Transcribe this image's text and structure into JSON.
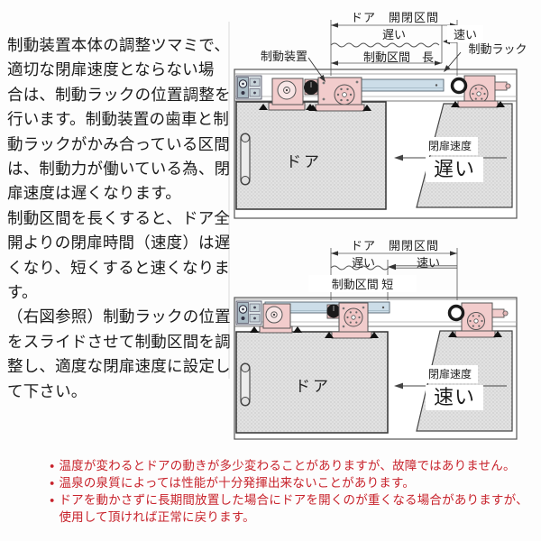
{
  "left_text": {
    "lines": [
      "制動装置本体の調整ツマミで、",
      "適切な閉扉速度とならない場",
      "合は、制動ラックの位置調整を",
      "行います。制動装置の歯車と制",
      "動ラックがかみ合っている区間",
      "は、制動力が働いている為、閉",
      "扉速度は遅くなります。",
      "制動区間を長くすると、ドア全",
      "開よりの閉扉時間（速度）は遅",
      "くなり、短くすると速くなります。",
      "（右図参照）制動ラックの位置",
      "をスライドさせて制動区間を調",
      "整し、適度な閉扉速度に設定し",
      "て下さい。"
    ]
  },
  "diagram_top": {
    "title": "ドア　開閉区間",
    "slow": "遅い",
    "fast": "速い",
    "section": "制動区間　長",
    "device_label": "制動装置",
    "rack_label": "制動ラック",
    "door": "ドア",
    "speed_caption": "閉扉速度",
    "speed_value": "遅い"
  },
  "diagram_bottom": {
    "title": "ドア　開閉区間",
    "slow": "遅い",
    "fast": "速い",
    "section": "制動区間 短",
    "door": "ドア",
    "speed_caption": "閉扉速度",
    "speed_value": "速い"
  },
  "notes": {
    "bullet": "●",
    "items": [
      "温度が変わるとドアの動きが多少変わることがありますが、故障ではありません。",
      "温泉の泉質によっては性能が十分発揮出来ないことがあります。",
      "ドアを動かさずに長期間放置した場合にドアを開くのが重くなる場合がありますが、使用して頂ければ正常に戻ります。"
    ]
  },
  "colors": {
    "note_red": "#c8232c",
    "rack_blue": "#ccdde8",
    "component_pink": "#f2cccc",
    "door_gray": "#e2e2e2"
  }
}
